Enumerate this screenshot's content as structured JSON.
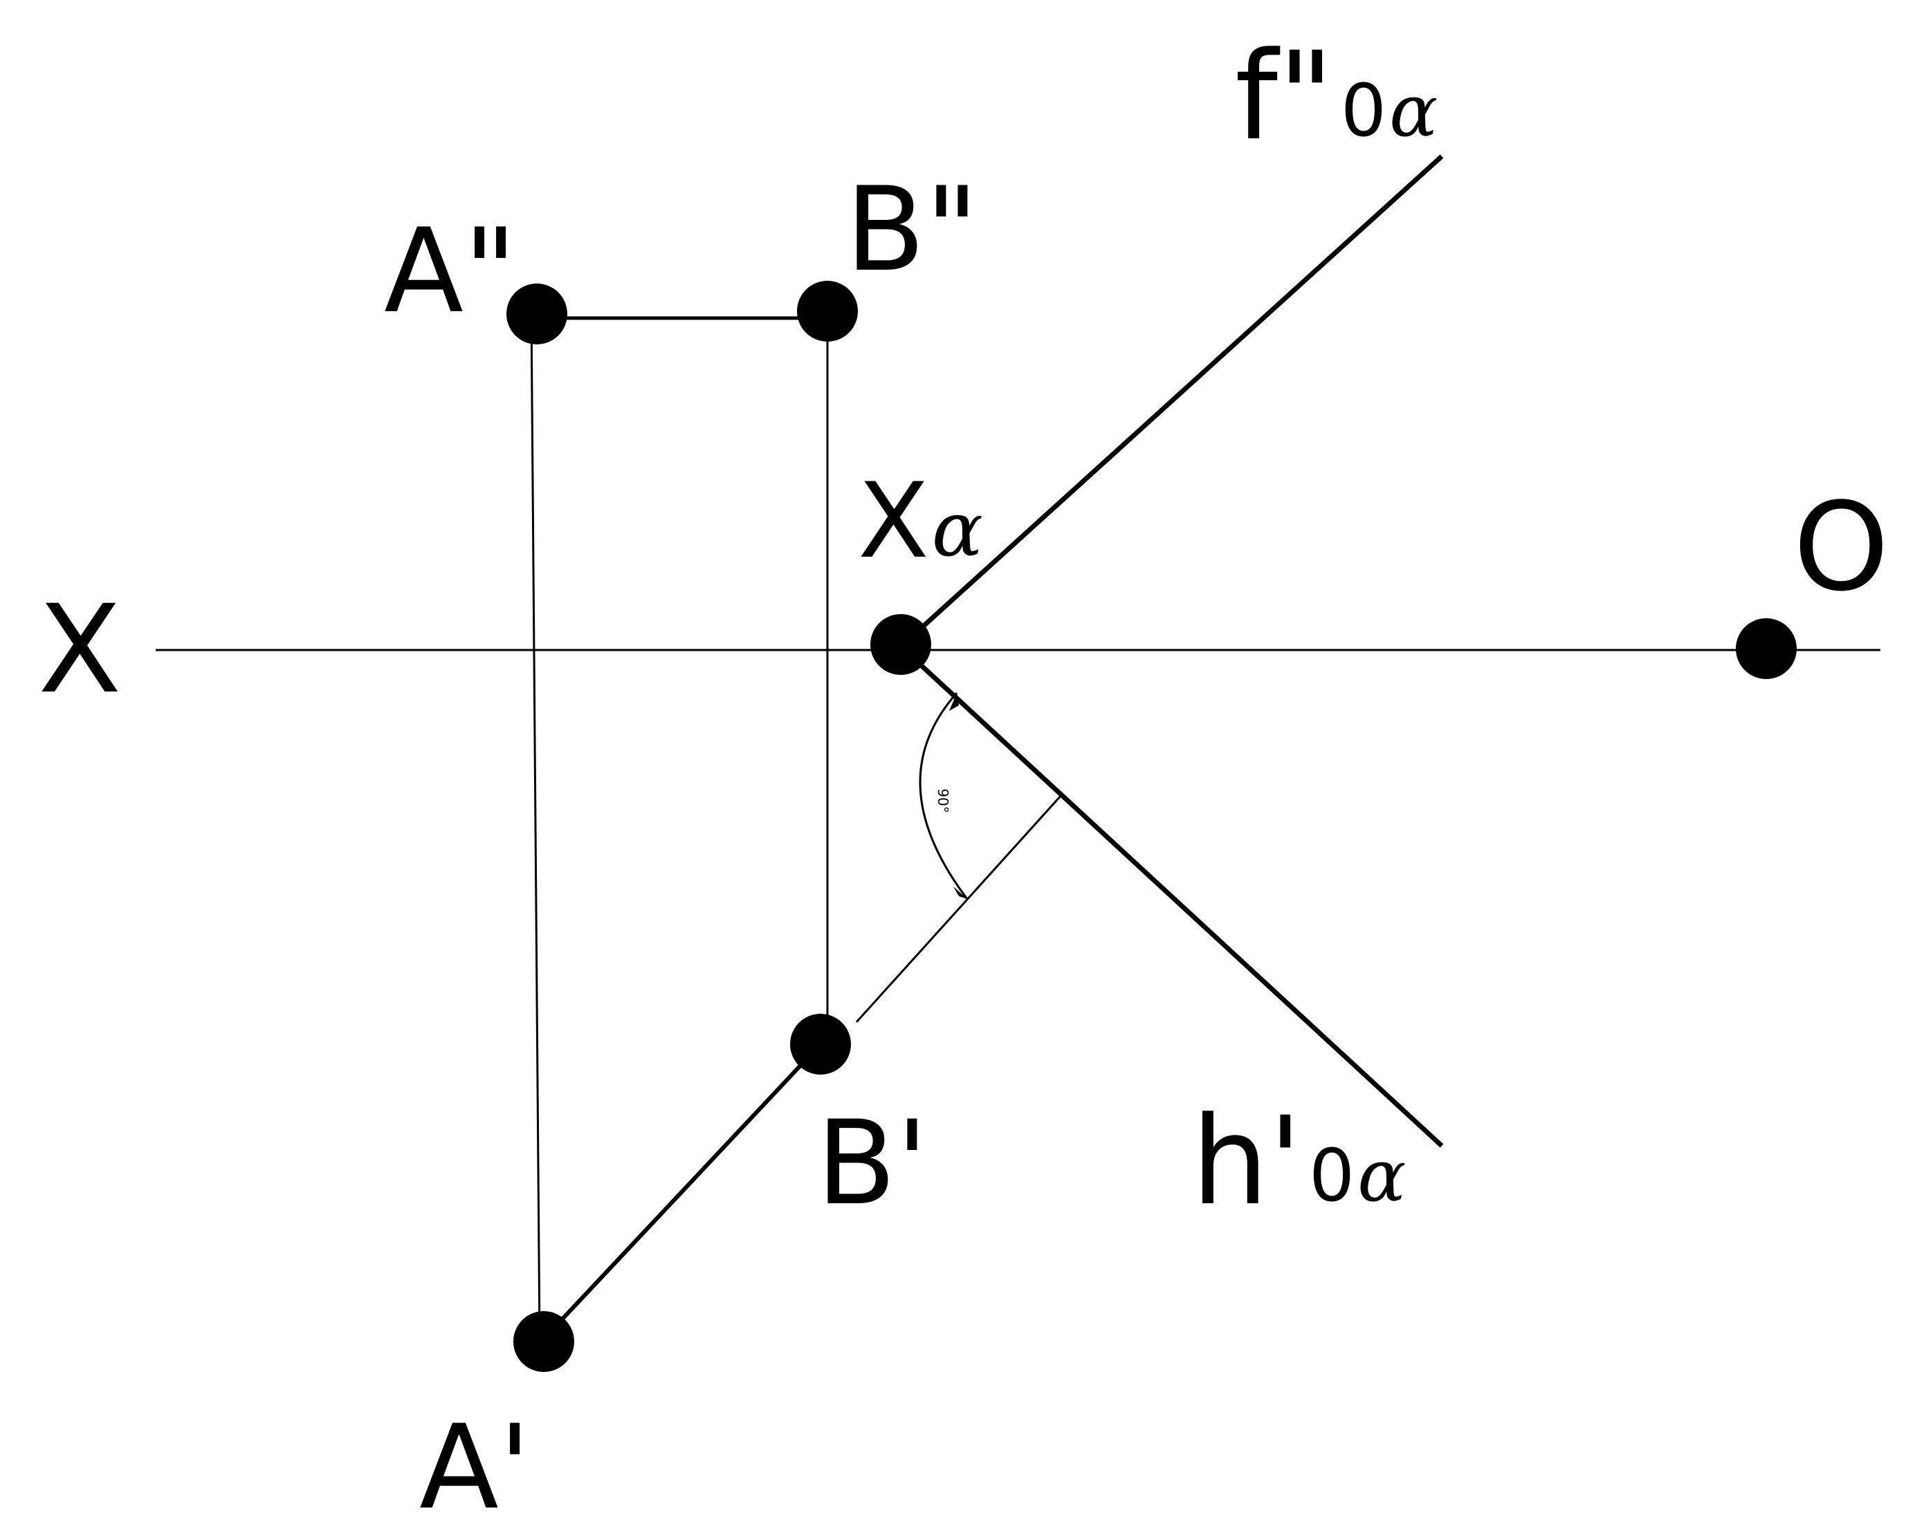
{
  "labels": {
    "a_front": "A\"",
    "b_front": "B\"",
    "a_top": "A'",
    "b_top": "B'",
    "axis_x": "X",
    "origin": "O",
    "x_main": "X",
    "x_sub": "α",
    "f_main": "f\"",
    "f_sub_zero": "0",
    "f_sub_alpha": "α",
    "h_main": "h'",
    "h_sub_zero": "0",
    "h_sub_alpha": "α",
    "angle": "90°"
  },
  "colors": {
    "ink": "#000000",
    "background": "#ffffff"
  }
}
